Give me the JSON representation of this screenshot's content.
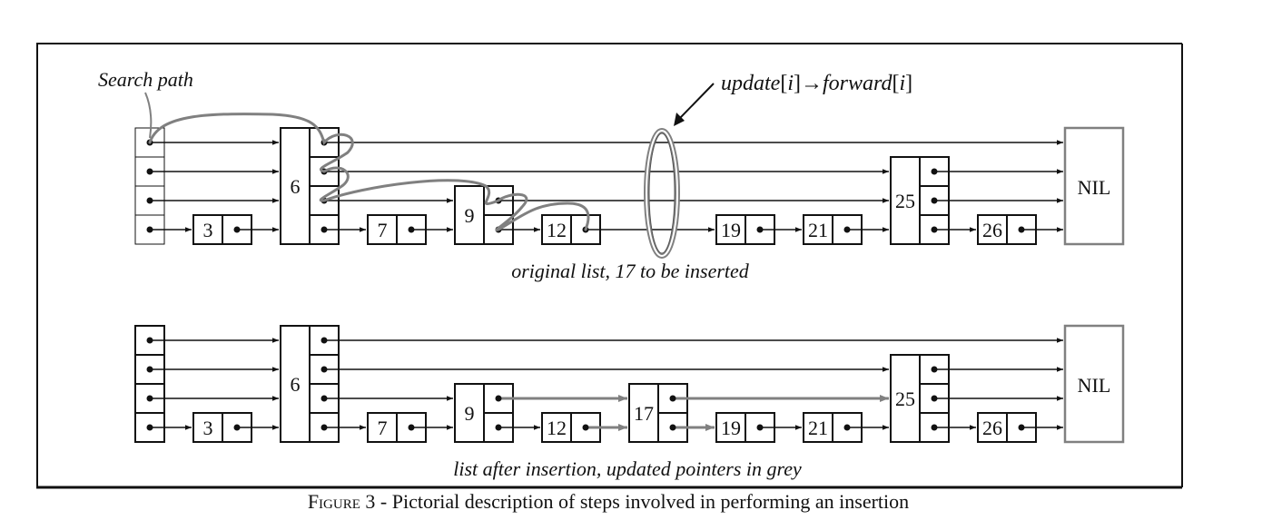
{
  "figure": {
    "search_path_label": "Search path",
    "update_label_parts": [
      "update",
      "[",
      "i",
      "]→",
      "forward",
      "[",
      "i",
      "]"
    ],
    "top_caption": "original list, 17 to be inserted",
    "bottom_caption": "list after insertion, updated pointers in grey",
    "nil_label": "NIL",
    "top_list": {
      "header_levels": 4,
      "nodes": [
        {
          "key": "3",
          "levels": 1
        },
        {
          "key": "6",
          "levels": 4
        },
        {
          "key": "7",
          "levels": 1
        },
        {
          "key": "9",
          "levels": 2
        },
        {
          "key": "12",
          "levels": 1
        },
        {
          "key": "19",
          "levels": 1
        },
        {
          "key": "21",
          "levels": 1
        },
        {
          "key": "25",
          "levels": 3
        },
        {
          "key": "26",
          "levels": 1
        }
      ]
    },
    "bottom_list": {
      "header_levels": 4,
      "nodes": [
        {
          "key": "3",
          "levels": 1
        },
        {
          "key": "6",
          "levels": 4
        },
        {
          "key": "7",
          "levels": 1
        },
        {
          "key": "9",
          "levels": 2
        },
        {
          "key": "12",
          "levels": 1
        },
        {
          "key": "17",
          "levels": 2
        },
        {
          "key": "19",
          "levels": 1
        },
        {
          "key": "21",
          "levels": 1
        },
        {
          "key": "25",
          "levels": 3
        },
        {
          "key": "26",
          "levels": 1
        }
      ]
    },
    "colors": {
      "pointer": "#111111",
      "updated_pointer": "#808080",
      "nil_border": "#808080"
    }
  },
  "caption": {
    "figure_word": "Figure",
    "figure_number": "3",
    "text": "- Pictorial description of steps involved in performing an insertion"
  }
}
